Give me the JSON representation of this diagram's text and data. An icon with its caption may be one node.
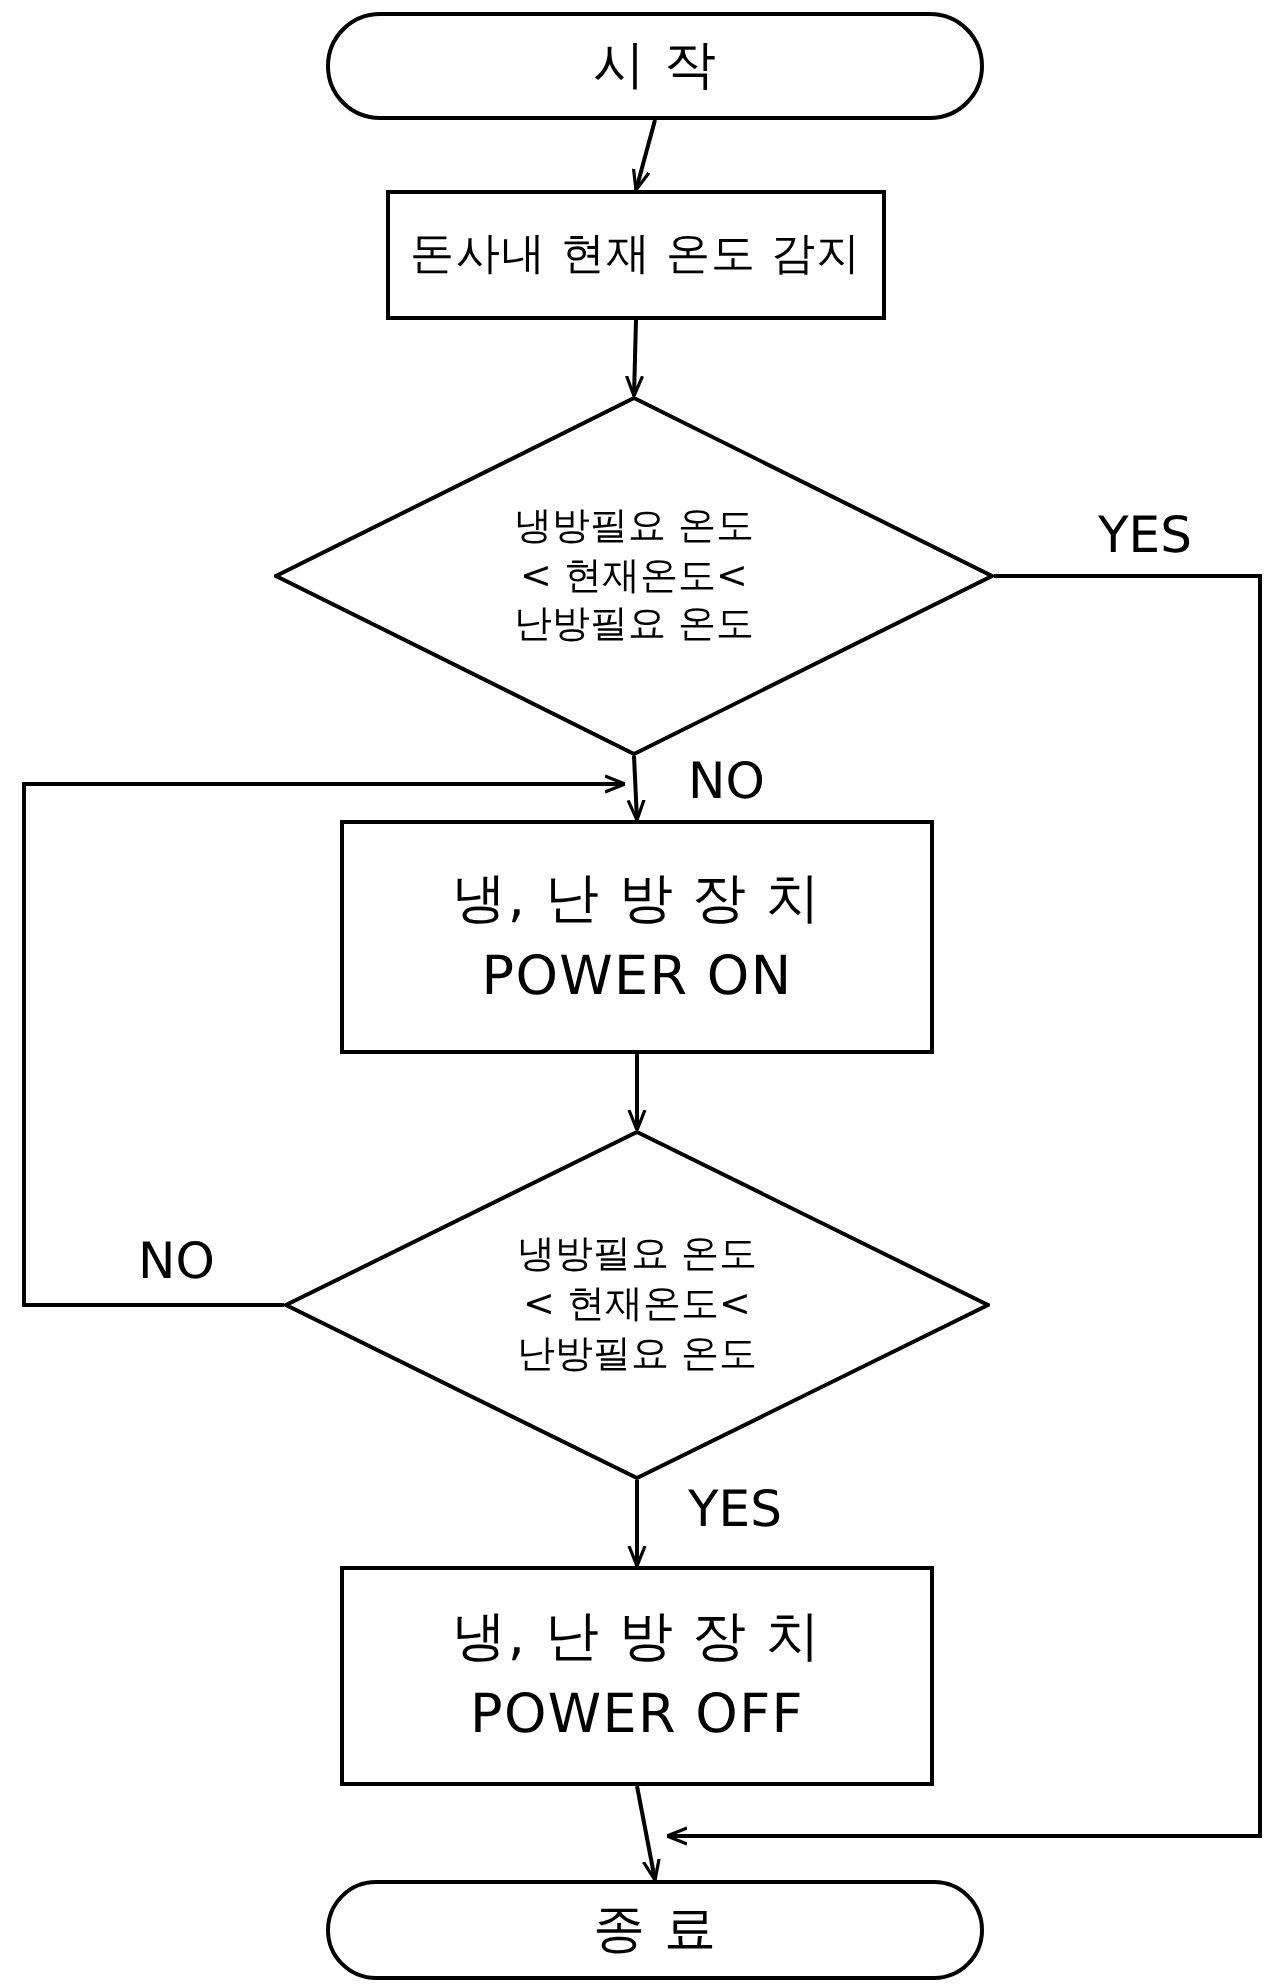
{
  "diagram": {
    "nodes": [
      {
        "text": [
          "시 작"
        ]
      },
      {
        "text": [
          "돈사내 현재 온도 감지"
        ]
      },
      {
        "text": [
          "냉방필요 온도 < 현재온도< 난방필요 온도"
        ]
      },
      {
        "text": [
          "냉, 난 방 장 치",
          "POWER ON"
        ]
      },
      {
        "text": [
          "냉방필요 온도 < 현재온도< 난방필요 온도"
        ]
      },
      {
        "text": [
          "냉, 난 방 장 치",
          "POWER OFF"
        ]
      },
      {
        "text": [
          "종 료"
        ]
      }
    ],
    "edges": [
      {
        "from": 0,
        "to": 1,
        "arrow": "to"
      },
      {
        "from": 1,
        "to": 2,
        "arrow": "to"
      },
      {
        "from": 2,
        "to": 3,
        "arrow": "to",
        "label": "NO"
      },
      {
        "from": 3,
        "to": 4,
        "arrow": "to"
      },
      {
        "from": 4,
        "to": 3,
        "arrow": "to",
        "label": "NO"
      },
      {
        "from": 4,
        "to": 5,
        "arrow": "to",
        "label": "YES"
      },
      {
        "from": 5,
        "to": 6,
        "arrow": "to"
      },
      {
        "from": 2,
        "to": 6,
        "arrow": "to",
        "label": "YES"
      }
    ]
  }
}
